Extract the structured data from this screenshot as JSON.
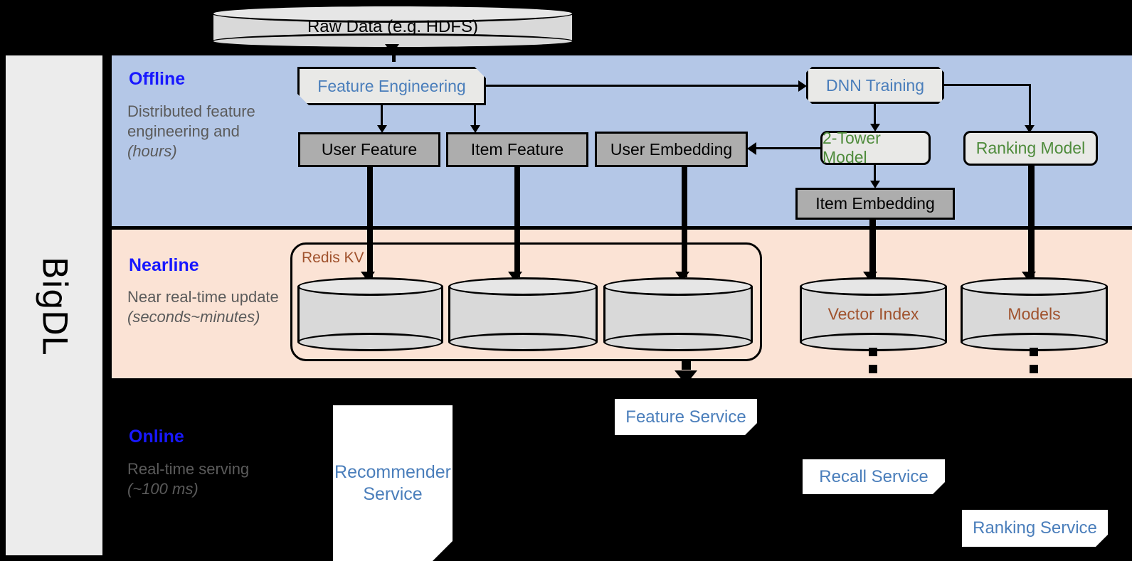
{
  "framework": {
    "name": "BigDL"
  },
  "source": {
    "label": "Raw Data (e.g. HDFS)"
  },
  "layers": [
    {
      "id": "offline",
      "title": "Offline",
      "description": "Distributed feature engineering and ",
      "description_italic": "(hours)",
      "bg_color": "#b4c7e7"
    },
    {
      "id": "nearline",
      "title": "Nearline",
      "description": "Near real-time update ",
      "description_italic": "(seconds~minutes)",
      "bg_color": "#fbe3d5"
    },
    {
      "id": "online",
      "title": "Online",
      "description": "Real-time serving ",
      "description_italic": "(~100 ms)",
      "bg_color": "#000000"
    }
  ],
  "offline": {
    "feature_engineering": {
      "label": "Feature Engineering",
      "text_color": "#4a7ebb"
    },
    "dnn_training": {
      "label": "DNN Training",
      "text_color": "#4a7ebb"
    },
    "two_tower_model": {
      "label": "2-Tower Model",
      "text_color": "#4e8b3b"
    },
    "ranking_model": {
      "label": "Ranking Model",
      "text_color": "#4e8b3b"
    },
    "user_feature": {
      "label": "User Feature"
    },
    "item_feature": {
      "label": "Item Feature"
    },
    "user_embedding": {
      "label": "User Embedding"
    },
    "item_embedding": {
      "label": "Item Embedding"
    }
  },
  "nearline": {
    "redis_group": {
      "label": "Redis KV",
      "text_color": "#a0522d"
    },
    "stores": [
      {
        "label": ""
      },
      {
        "label": ""
      },
      {
        "label": ""
      }
    ],
    "vector_index": {
      "label": "Vector Index",
      "text_color": "#a0522d"
    },
    "models": {
      "label": "Models",
      "text_color": "#a0522d"
    }
  },
  "online": {
    "recommender_service": {
      "label": "Recommender Service"
    },
    "feature_service": {
      "label": "Feature Service"
    },
    "recall_service": {
      "label": "Recall Service"
    },
    "ranking_service": {
      "label": "Ranking Service"
    },
    "text_color": "#4a7ebb"
  }
}
